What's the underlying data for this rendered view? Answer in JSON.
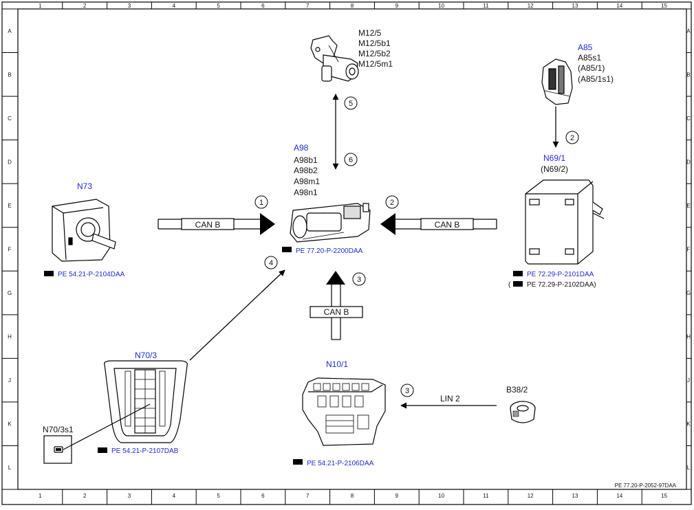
{
  "grid": {
    "columns": [
      "1",
      "2",
      "3",
      "4",
      "5",
      "6",
      "7",
      "8",
      "9",
      "10",
      "11",
      "12",
      "13",
      "14",
      "15"
    ],
    "rows": [
      "A",
      "B",
      "C",
      "D",
      "E",
      "F",
      "G",
      "H",
      "J",
      "K",
      "L"
    ]
  },
  "components": {
    "m12": {
      "labels": [
        "M12/5",
        "M12/5b1",
        "M12/5b2",
        "M12/5m1"
      ]
    },
    "a85": {
      "title": "A85",
      "labels": [
        "A85s1",
        "(A85/1)",
        "(A85/1s1)"
      ]
    },
    "a98": {
      "title": "A98",
      "labels": [
        "A98b1",
        "A98b2",
        "A98m1",
        "A98n1"
      ],
      "ref": "PE 77.20-P-2200DAA"
    },
    "n69": {
      "title": "N69/1",
      "sub": "(N69/2)",
      "ref1": "PE 72.29-P-2101DAA",
      "ref2": "PE 72.29-P-2102DAA)",
      "ref2_open": "("
    },
    "n73": {
      "title": "N73",
      "ref": "PE 54.21-P-2104DAA"
    },
    "n70": {
      "title": "N70/3",
      "ref": "PE 54.21-P-2107DAB"
    },
    "n70s1": {
      "title": "N70/3s1"
    },
    "n10": {
      "title": "N10/1",
      "ref": "PE 54.21-P-2106DAA"
    },
    "b38": {
      "title": "B38/2"
    }
  },
  "connections": {
    "can_left": "CAN B",
    "can_right": "CAN B",
    "can_bottom": "CAN B",
    "lin": "LIN 2"
  },
  "callouts": {
    "c1": "1",
    "c2_right": "2",
    "c2_n69": "2",
    "c3_can": "3",
    "c3_lin": "3",
    "c4": "4",
    "c5": "5",
    "c6": "6"
  },
  "footer_ref": "PE 77.20-P-2052-97DAA",
  "colors": {
    "component_label": "#1c2bd6",
    "text": "#111111"
  }
}
